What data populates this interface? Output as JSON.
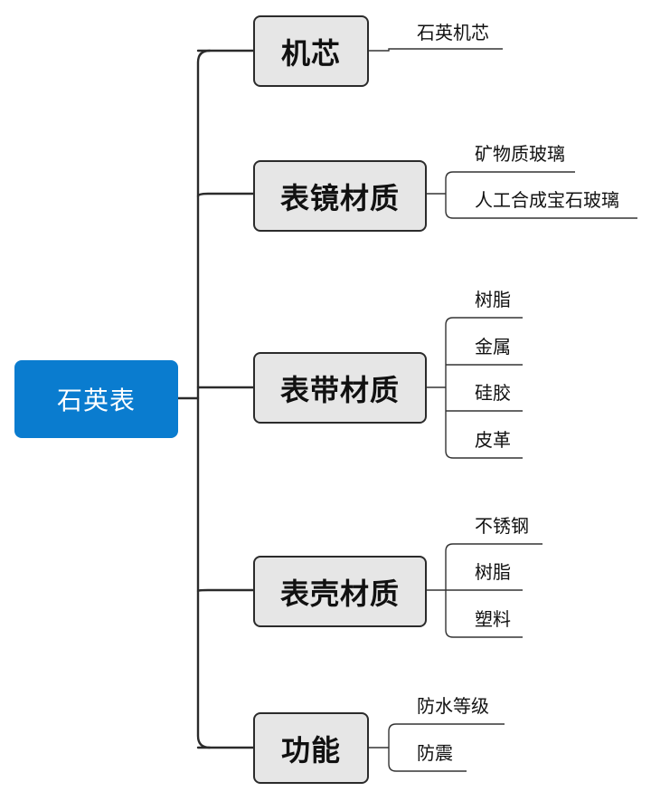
{
  "root": {
    "label": "石英表"
  },
  "branches": [
    {
      "label": "机芯",
      "leaves": [
        "石英机芯"
      ]
    },
    {
      "label": "表镜材质",
      "leaves": [
        "矿物质玻璃",
        "人工合成宝石玻璃"
      ]
    },
    {
      "label": "表带材质",
      "leaves": [
        "树脂",
        "金属",
        "硅胶",
        "皮革"
      ]
    },
    {
      "label": "表壳材质",
      "leaves": [
        "不锈钢",
        "树脂",
        "塑料"
      ]
    },
    {
      "label": "功能",
      "leaves": [
        "防水等级",
        "防震"
      ]
    }
  ],
  "colors": {
    "root_fill": "#0a7ccf",
    "root_text": "#ffffff",
    "branch_fill": "#e6e6e6",
    "branch_border": "#2b2b2b",
    "line": "#2b2b2b"
  }
}
